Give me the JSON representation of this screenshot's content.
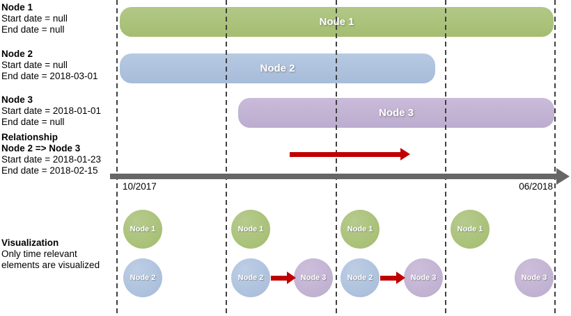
{
  "legend": {
    "sections": [
      {
        "title": "Node 1",
        "lines": [
          "Start date = null",
          "End date = null"
        ]
      },
      {
        "title": "Node 2",
        "lines": [
          "Start date = null",
          "End date = 2018-03-01"
        ]
      },
      {
        "title": "Node 3",
        "lines": [
          "Start date = 2018-01-01",
          "End date = null"
        ]
      },
      {
        "title": "Relationship",
        "subtitle": "Node 2 => Node 3",
        "lines": [
          "Start date = 2018-01-23",
          "End date = 2018-02-15"
        ]
      },
      {
        "title": "Visualization",
        "lines": [
          "Only time relevant",
          "elements are visualized"
        ]
      }
    ]
  },
  "gantt": {
    "bars": [
      {
        "label": "Node 1",
        "color": "#a9c17c"
      },
      {
        "label": "Node 2",
        "color": "#afc3df"
      },
      {
        "label": "Node 3",
        "color": "#c5b5d5"
      }
    ],
    "relationship_arrow_color": "#c00000"
  },
  "timeline": {
    "start_label": "10/2017",
    "end_label": "06/2018",
    "axis_color": "#666666",
    "gridline_color": "#3f3f3f"
  },
  "visualization": {
    "labels": {
      "node1": "Node 1",
      "node2": "Node 2",
      "node3": "Node 3"
    },
    "colors": {
      "node1": "#a9c17c",
      "node2": "#afc3df",
      "node3": "#c5b5d5",
      "arrow": "#c00000"
    }
  }
}
